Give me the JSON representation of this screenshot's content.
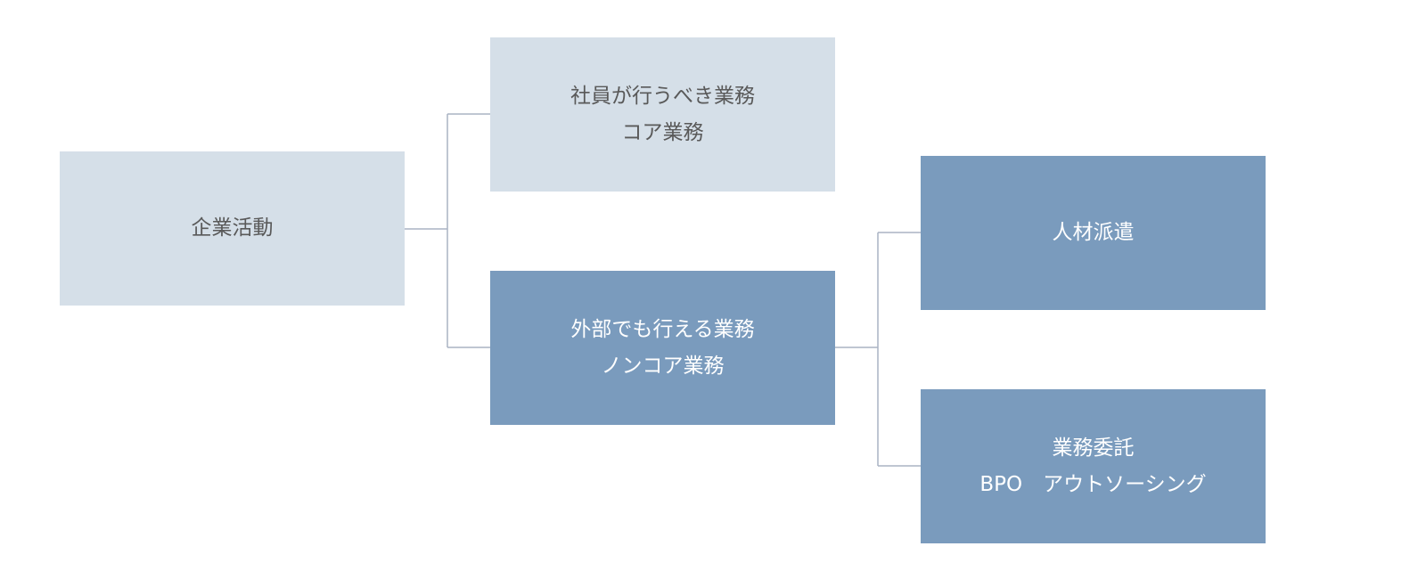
{
  "diagram": {
    "root": {
      "lines": [
        "企業活動"
      ]
    },
    "core": {
      "lines": [
        "社員が行うべき業務",
        "コア業務"
      ]
    },
    "noncore": {
      "lines": [
        "外部でも行える業務",
        "ノンコア業務"
      ]
    },
    "staffing": {
      "lines": [
        "人材派遣"
      ]
    },
    "outsourcing": {
      "lines": [
        "業務委託",
        "BPO　アウトソーシング"
      ]
    }
  },
  "colors": {
    "light_box": "#d5dfe8",
    "dark_box": "#7a9bbd",
    "connector": "#aab4c3",
    "light_text": "#595959",
    "dark_text": "#ffffff"
  }
}
